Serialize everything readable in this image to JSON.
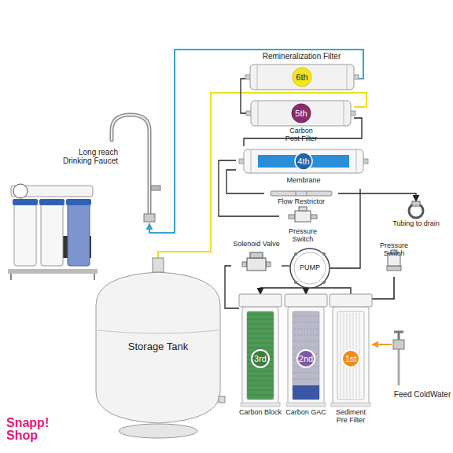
{
  "diagram": {
    "nodes": [
      {
        "text": [
          "Remineralization Filter",
          "6th"
        ]
      },
      {
        "text": [
          "5th",
          "Carbon Post Filter"
        ]
      },
      {
        "text": [
          "Long reach Drinking Faucet"
        ]
      },
      {
        "text": [
          "4th",
          "Membrane"
        ]
      },
      {
        "text": [
          "Flow Restrictor"
        ]
      },
      {
        "text": [
          "Pressure Switch"
        ]
      },
      {
        "text": [
          "Tubing to drain"
        ]
      },
      {
        "text": [
          "Solenoid Valve"
        ]
      },
      {
        "text": [
          "PUMP"
        ]
      },
      {
        "text": [
          "Pressure Switch"
        ]
      },
      {
        "text": [
          "Storage Tank"
        ]
      },
      {
        "text": [
          "3rd",
          "Carbon Block"
        ]
      },
      {
        "text": [
          "2nd",
          "Carbon GAC"
        ]
      },
      {
        "text": [
          "1st",
          "Sediment Pre Filter"
        ]
      },
      {
        "text": [
          "Feed ColdWater"
        ]
      }
    ],
    "edges": [
      {
        "from": 14,
        "to": 13,
        "arrow": "to"
      },
      {
        "from": 13,
        "to": 12,
        "arrow": "to"
      },
      {
        "from": 12,
        "to": 11,
        "arrow": "to"
      },
      {
        "from": 11,
        "to": 7,
        "arrow": "none"
      },
      {
        "from": 7,
        "to": 8,
        "arrow": "none"
      },
      {
        "from": 8,
        "to": 3,
        "arrow": "none"
      },
      {
        "from": 3,
        "to": 4,
        "arrow": "none"
      },
      {
        "from": 4,
        "to": 6,
        "arrow": "to"
      },
      {
        "from": 3,
        "to": 5,
        "arrow": "none"
      },
      {
        "from": 3,
        "to": 1,
        "arrow": "none"
      },
      {
        "from": 10,
        "to": 1,
        "arrow": "none"
      },
      {
        "from": 1,
        "to": 0,
        "arrow": "none"
      },
      {
        "from": 0,
        "to": 2,
        "arrow": "to"
      }
    ],
    "labels": [
      "Snapp! Shop"
    ]
  }
}
